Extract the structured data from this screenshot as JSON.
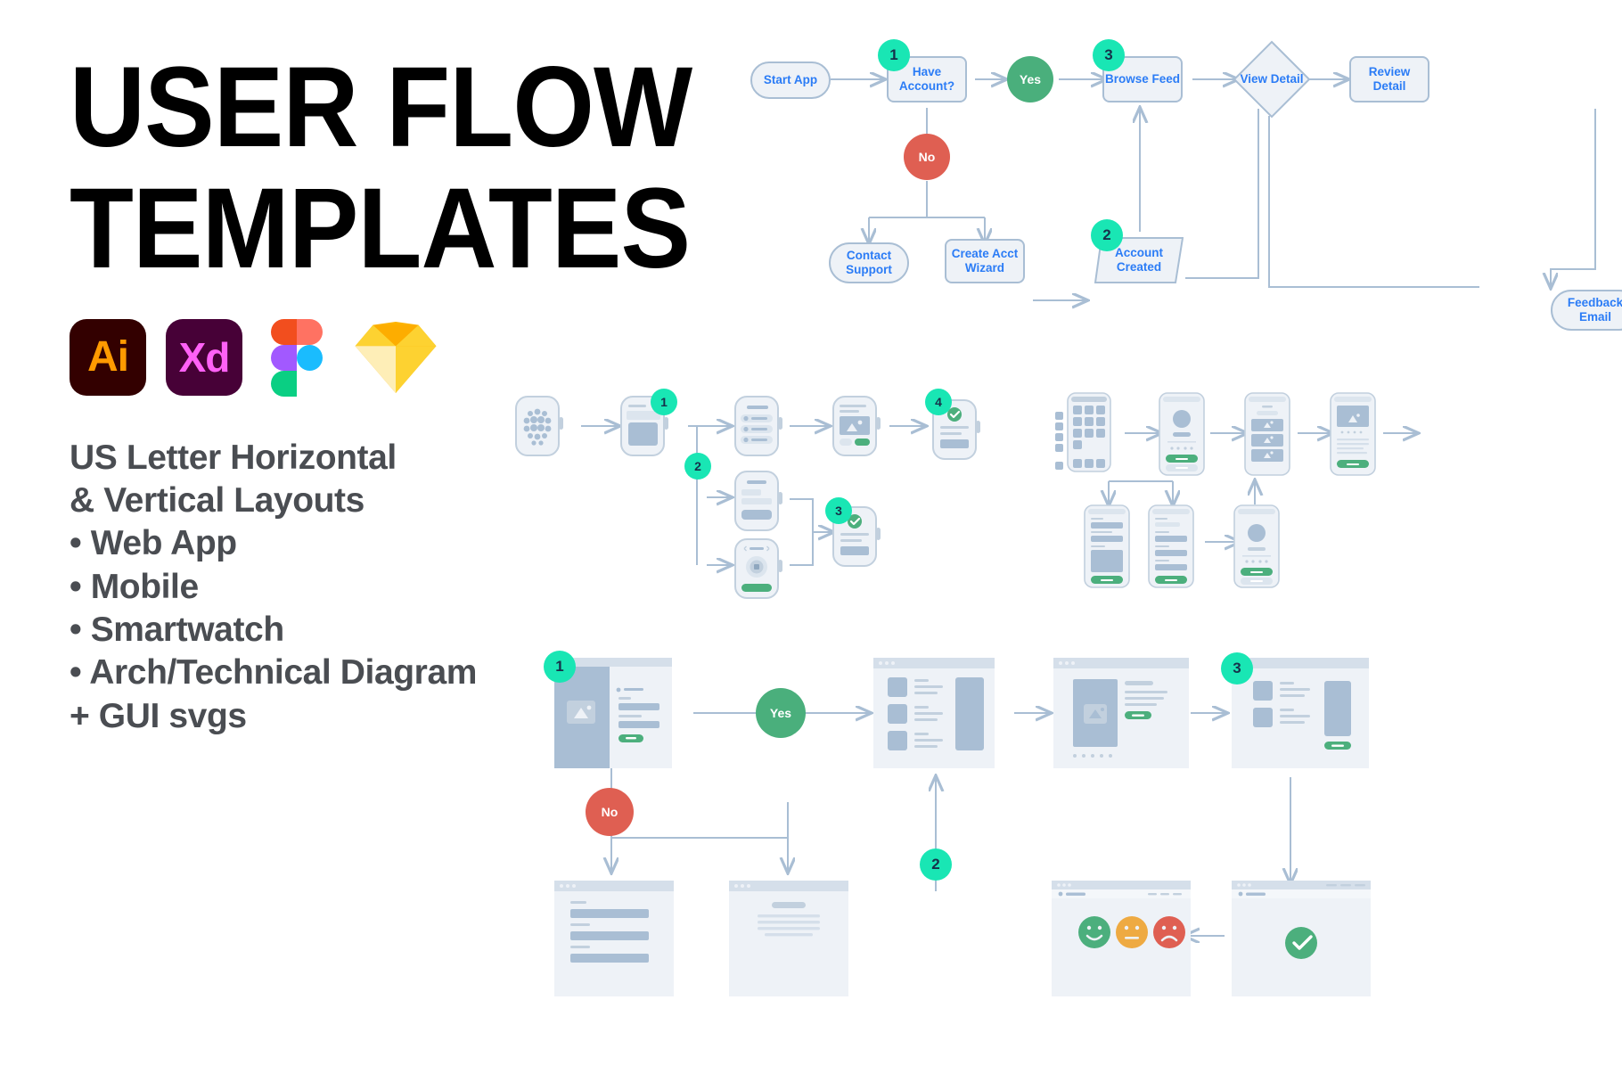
{
  "hero": {
    "title_line1": "USER FLOW",
    "title_line2": "TEMPLATES"
  },
  "app_icons": [
    {
      "name": "adobe-illustrator",
      "label": "Ai",
      "bg": "#330000",
      "fg": "#ff9a00"
    },
    {
      "name": "adobe-xd",
      "label": "Xd",
      "bg": "#470137",
      "fg": "#ff61f6"
    },
    {
      "name": "figma",
      "label": "",
      "bg": "",
      "fg": ""
    },
    {
      "name": "sketch",
      "label": "",
      "bg": "",
      "fg": ""
    }
  ],
  "features": [
    "US Letter Horizontal",
    "& Vertical Layouts",
    "• Web App",
    "• Mobile",
    "• Smartwatch",
    "• Arch/Technical Diagram",
    "+ GUI svgs"
  ],
  "colors": {
    "badge_teal": "#19e6b4",
    "badge_text": "#16314a",
    "yes_green": "#4aaf7c",
    "no_red": "#df5f52",
    "node_fill": "#eef2f7",
    "node_stroke": "#a9bed4",
    "node_text": "#2b7cf6",
    "wire": "#a9bed4",
    "mock_fill": "#eef2f7",
    "mock_stroke": "#c2d0de",
    "mock_block": "#a9bed4",
    "mock_green": "#4caf7d",
    "feature_text": "#4a4d52",
    "title_text": "#000000"
  },
  "flow_top": {
    "nodes": [
      {
        "id": "start-app",
        "label": "Start App",
        "shape": "pill"
      },
      {
        "id": "have-account",
        "label": "Have Account?",
        "shape": "rect",
        "badge": "1"
      },
      {
        "id": "browse-feed",
        "label": "Browse Feed",
        "shape": "rect",
        "badge": "3"
      },
      {
        "id": "view-detail",
        "label": "View Detail",
        "shape": "diamond"
      },
      {
        "id": "review-detail",
        "label": "Review Detail",
        "shape": "rect"
      },
      {
        "id": "contact-support",
        "label": "Contact Support",
        "shape": "pill"
      },
      {
        "id": "create-acct",
        "label": "Create Acct Wizard",
        "shape": "rect"
      },
      {
        "id": "account-created",
        "label": "Account Created",
        "shape": "para",
        "badge": "2"
      },
      {
        "id": "feedback-email",
        "label": "Feedback Email",
        "shape": "pill"
      }
    ],
    "decisions": [
      {
        "id": "yes",
        "label": "Yes",
        "kind": "yes"
      },
      {
        "id": "no",
        "label": "No",
        "kind": "no"
      }
    ]
  },
  "flow_smartwatch": {
    "title": "smartwatch-flow",
    "badges": [
      "1",
      "2",
      "3",
      "4"
    ],
    "screen_count": 8
  },
  "flow_mobile": {
    "title": "mobile-flow",
    "screen_count": 8
  },
  "flow_webapp": {
    "title": "web-app-flow",
    "badges": [
      "1",
      "2",
      "3"
    ],
    "decisions": [
      {
        "id": "yes",
        "label": "Yes",
        "kind": "yes"
      },
      {
        "id": "no",
        "label": "No",
        "kind": "no"
      }
    ],
    "screen_count": 9
  }
}
